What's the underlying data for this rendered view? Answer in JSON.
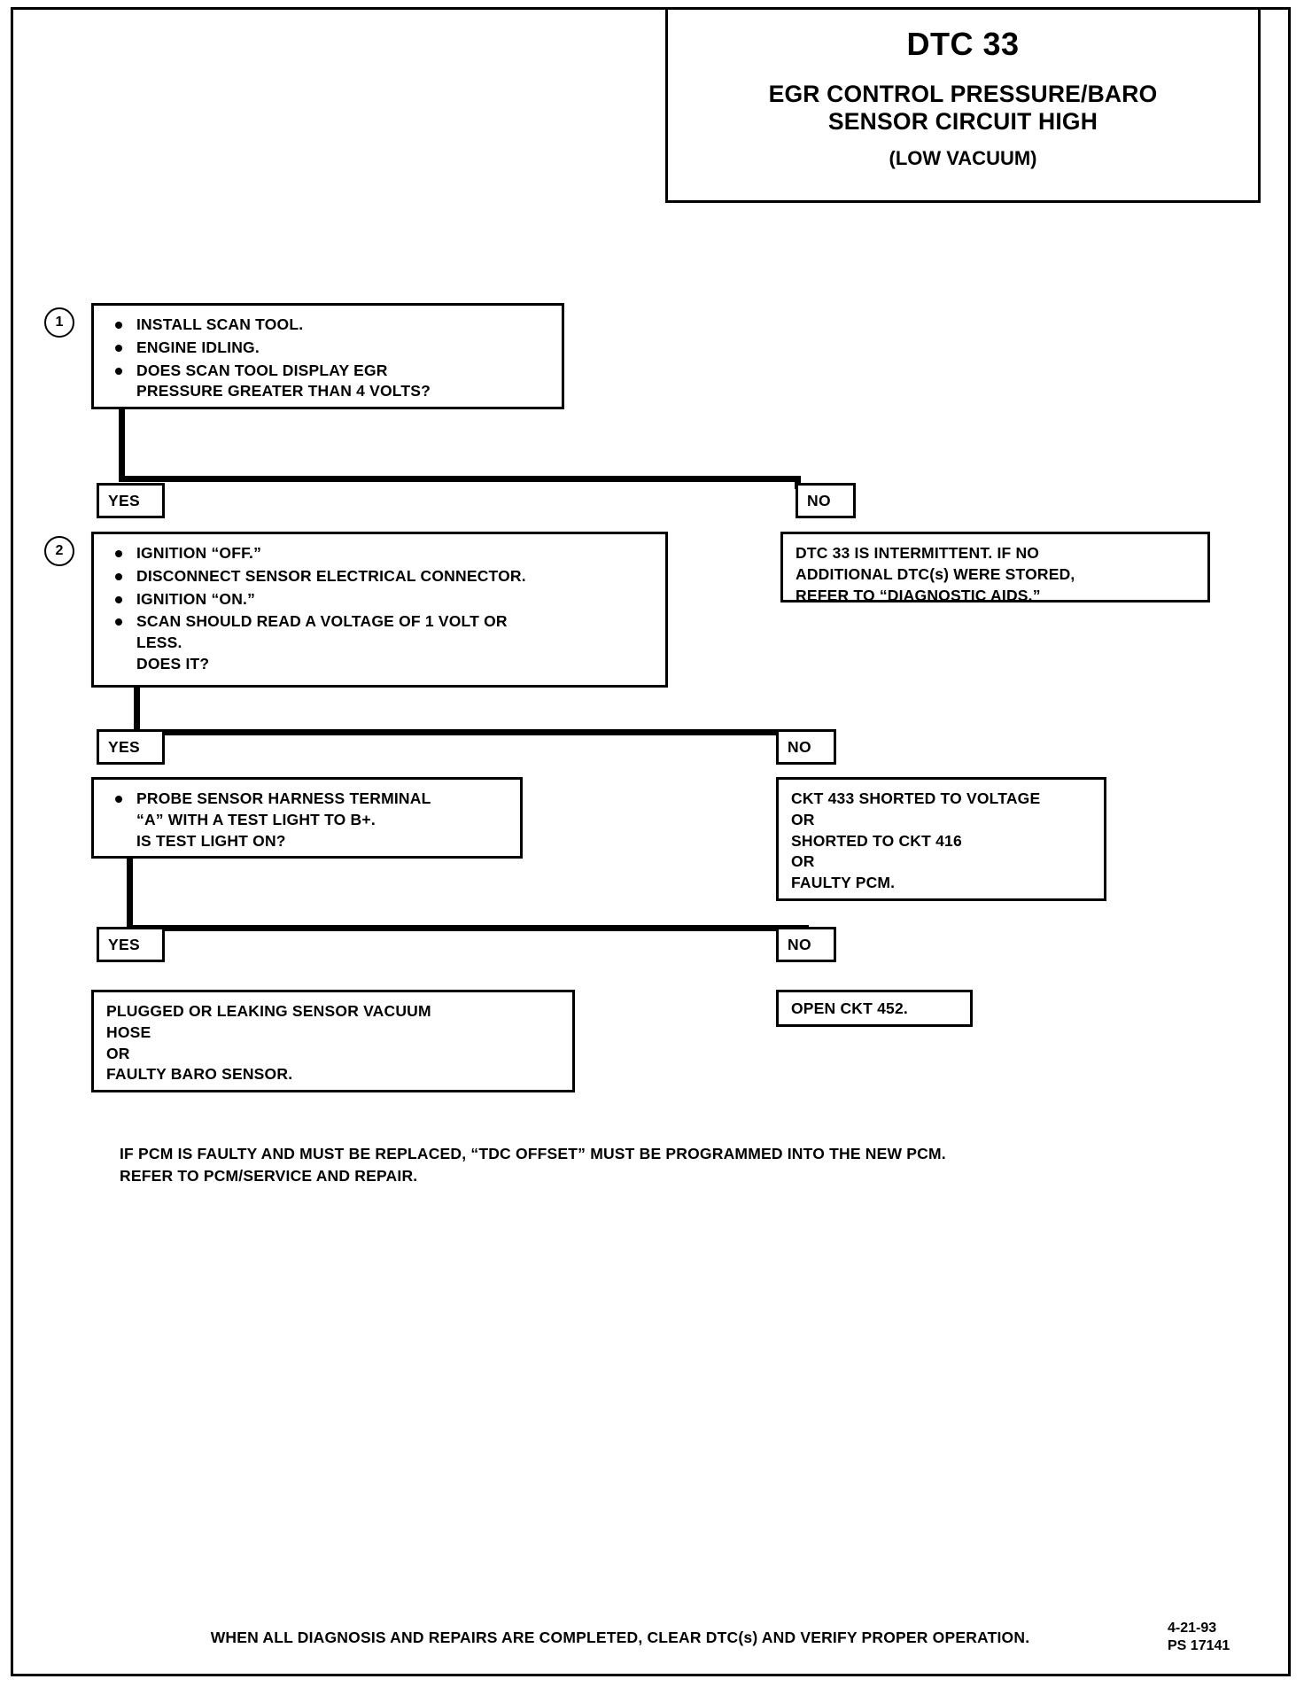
{
  "header": {
    "dtc": "DTC 33",
    "line1": "EGR CONTROL PRESSURE/BARO",
    "line2": "SENSOR CIRCUIT HIGH",
    "line3": "(LOW VACUUM)"
  },
  "steps": {
    "one": "1",
    "two": "2"
  },
  "step1": {
    "items": [
      "INSTALL SCAN TOOL.",
      "ENGINE IDLING.",
      "DOES SCAN TOOL DISPLAY EGR"
    ],
    "cont": "PRESSURE GREATER THAN 4 VOLTS?"
  },
  "step2": {
    "items": [
      "IGNITION “OFF.”",
      "DISCONNECT SENSOR ELECTRICAL CONNECTOR.",
      "IGNITION “ON.”",
      "SCAN SHOULD READ A VOLTAGE OF 1 VOLT OR"
    ],
    "cont1": "LESS.",
    "cont2": "DOES IT?"
  },
  "step3": {
    "item": "PROBE SENSOR HARNESS TERMINAL",
    "cont1": "“A”  WITH A TEST LIGHT TO B+.",
    "cont2": "IS TEST LIGHT ON?"
  },
  "branches": {
    "yes1": "YES",
    "no1": "NO",
    "yes2": "YES",
    "no2": "NO",
    "yes3": "YES",
    "no3": "NO"
  },
  "result_intermittent": {
    "line1": "DTC 33 IS INTERMITTENT.  IF NO",
    "line2": "ADDITIONAL DTC(s) WERE STORED,",
    "line3": "REFER TO “DIAGNOSTIC AIDS.”"
  },
  "result_shorted": {
    "line1": "CKT 433 SHORTED TO VOLTAGE",
    "line2": "OR",
    "line3": "SHORTED TO CKT 416",
    "line4": "OR",
    "line5": "FAULTY PCM."
  },
  "result_plugged": {
    "line1": "PLUGGED OR LEAKING SENSOR VACUUM",
    "line2": "HOSE",
    "line3": "OR",
    "line4": "FAULTY BARO SENSOR."
  },
  "result_open": {
    "line1": "OPEN CKT 452."
  },
  "note": {
    "line1": "IF PCM IS FAULTY AND MUST BE REPLACED, “TDC OFFSET” MUST BE PROGRAMMED INTO THE NEW PCM.",
    "line2": "REFER TO PCM/SERVICE AND REPAIR."
  },
  "footer": {
    "text": "WHEN ALL DIAGNOSIS AND REPAIRS ARE COMPLETED, CLEAR DTC(s) AND VERIFY PROPER OPERATION.",
    "date": "4-21-93",
    "code": "PS 17141"
  }
}
